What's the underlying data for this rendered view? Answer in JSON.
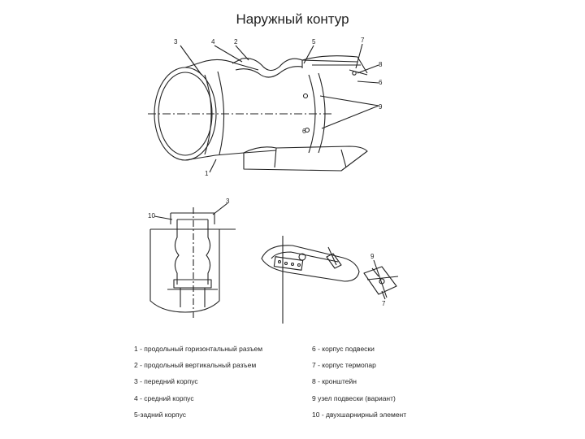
{
  "slide": {
    "title": "Наружный контур"
  },
  "callouts": {
    "top": [
      "3",
      "4",
      "2",
      "5",
      "7",
      "8",
      "6",
      "9",
      "1",
      "6"
    ],
    "bottom_left": [
      "10",
      "3"
    ],
    "bottom_right": [
      "9",
      "7"
    ]
  },
  "legend": {
    "left": [
      "1 - продольный горизонтальный разъем",
      "2 - продольный вертикальный разъем",
      "3 - передний корпус",
      "4 - средний корпус",
      "5-задний корпус"
    ],
    "right": [
      "6 - корпус подвески",
      "7 - корпус термопар",
      "8 - кронштейн",
      "9   узел подвески (вариант)",
      "10 - двухшарнирный элемент"
    ]
  }
}
